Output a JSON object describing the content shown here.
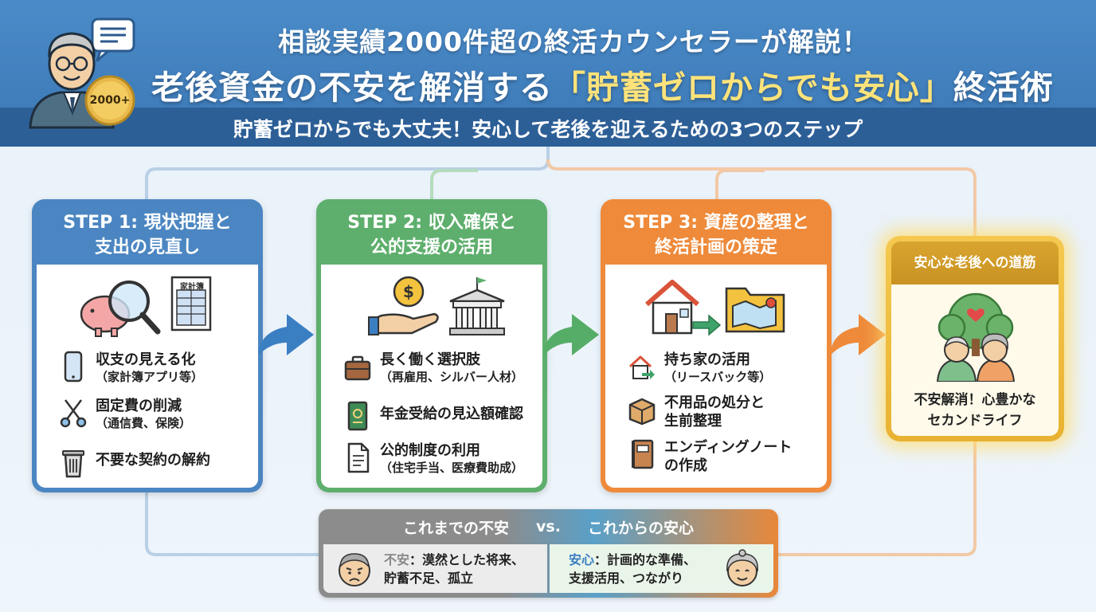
{
  "header": {
    "title_line1": "相談実績2000件超の終活カウンセラーが解説！",
    "title_line2_pre": "老後資金の不安を解消する",
    "title_line2_highlight": "「貯蓄ゼロからでも安心」",
    "title_line2_post": "終活術",
    "subtitle": "貯蓄ゼロからでも大丈夫！安心して老後を迎えるための3つのステップ",
    "badge": "2000+"
  },
  "steps": [
    {
      "title_line1": "STEP 1: 現状把握と",
      "title_line2": "支出の見直し",
      "items": [
        {
          "text": "収支の見える化",
          "sub": "（家計簿アプリ等）",
          "icon": "smartphone-icon"
        },
        {
          "text": "固定費の削減",
          "sub": "（通信費、保険）",
          "icon": "scissors-icon"
        },
        {
          "text": "不要な契約の解約",
          "sub": "",
          "icon": "trash-icon"
        }
      ],
      "illustration_label": "家計簿"
    },
    {
      "title_line1": "STEP 2: 収入確保と",
      "title_line2": "公的支援の活用",
      "items": [
        {
          "text": "長く働く選択肢",
          "sub": "（再雇用、シルバー人材）",
          "icon": "briefcase-icon"
        },
        {
          "text": "年金受給の見込額確認",
          "sub": "",
          "icon": "pension-book-icon"
        },
        {
          "text": "公的制度の利用",
          "sub": "（住宅手当、医療費助成）",
          "icon": "document-icon"
        }
      ]
    },
    {
      "title_line1": "STEP 3: 資産の整理と",
      "title_line2": "終活計画の策定",
      "items": [
        {
          "text": "持ち家の活用",
          "sub": "（リースバック等）",
          "icon": "house-arrow-icon"
        },
        {
          "text": "不用品の処分と",
          "sub_bold": "生前整理",
          "icon": "box-icon"
        },
        {
          "text": "エンディングノート",
          "sub_bold": "の作成",
          "icon": "notebook-icon"
        }
      ]
    }
  ],
  "goal": {
    "title": "安心な老後への道筋",
    "text_line1": "不安解消！心豊かな",
    "text_line2": "セカンドライフ"
  },
  "compare": {
    "left_head": "これまでの不安",
    "vs": "vs.",
    "right_head": "これからの安心",
    "left_label": "不安",
    "left_line1": "：漠然とした将来、",
    "left_line2": "貯蓄不足、孤立",
    "right_label": "安心",
    "right_line1": "：計画的な準備、",
    "right_line2": "支援活用、つながり"
  },
  "colors": {
    "step1": "#4b86c2",
    "step2": "#5eaf6d",
    "step3": "#ee8a3a",
    "goal": "#e9b232",
    "header": "#3b77b5"
  }
}
